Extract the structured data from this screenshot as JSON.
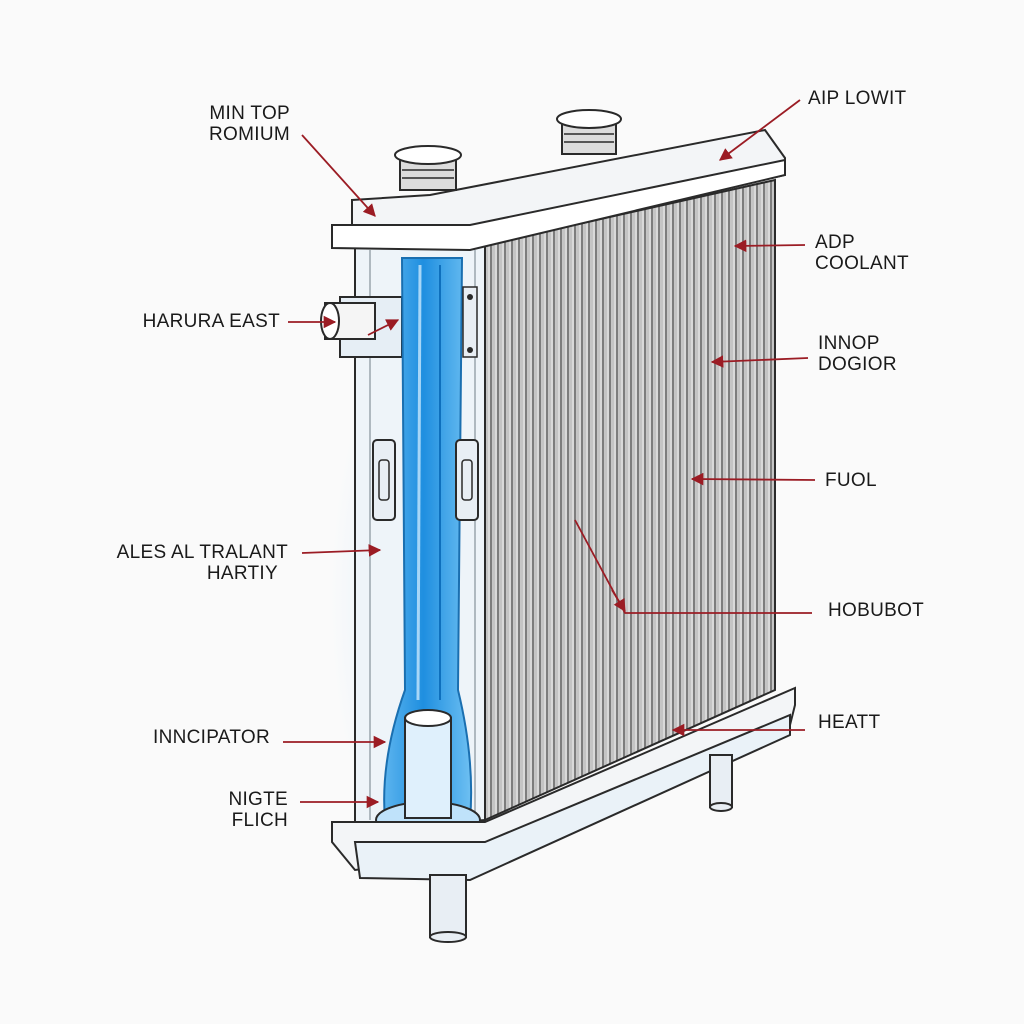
{
  "colors": {
    "coolant_blue": "#3aa0e6",
    "leader_red": "#9b1c24",
    "frame_stroke": "#2a2a2a",
    "fin_gray": "#8a8a8a"
  },
  "labels": {
    "min_top_romium": [
      "MIN TOP",
      "ROMIUM"
    ],
    "aip_lowit": [
      "AIP LOWIT"
    ],
    "adp_coolant": [
      "ADP",
      "COOLANT"
    ],
    "harura_east": [
      "HARURA EAST"
    ],
    "innop_dogior": [
      "INNOP",
      "DOGIOR"
    ],
    "fuol": [
      "FUOL"
    ],
    "ales_al_tralant_hartiy": [
      "ALES AL TRALANT",
      "HARTIY"
    ],
    "hobubot": [
      "HOBUBOT"
    ],
    "heatt": [
      "HEATT"
    ],
    "inncipator": [
      "INNCIPATOR"
    ],
    "nigte_flich": [
      "NIGTE",
      "FLICH"
    ]
  }
}
